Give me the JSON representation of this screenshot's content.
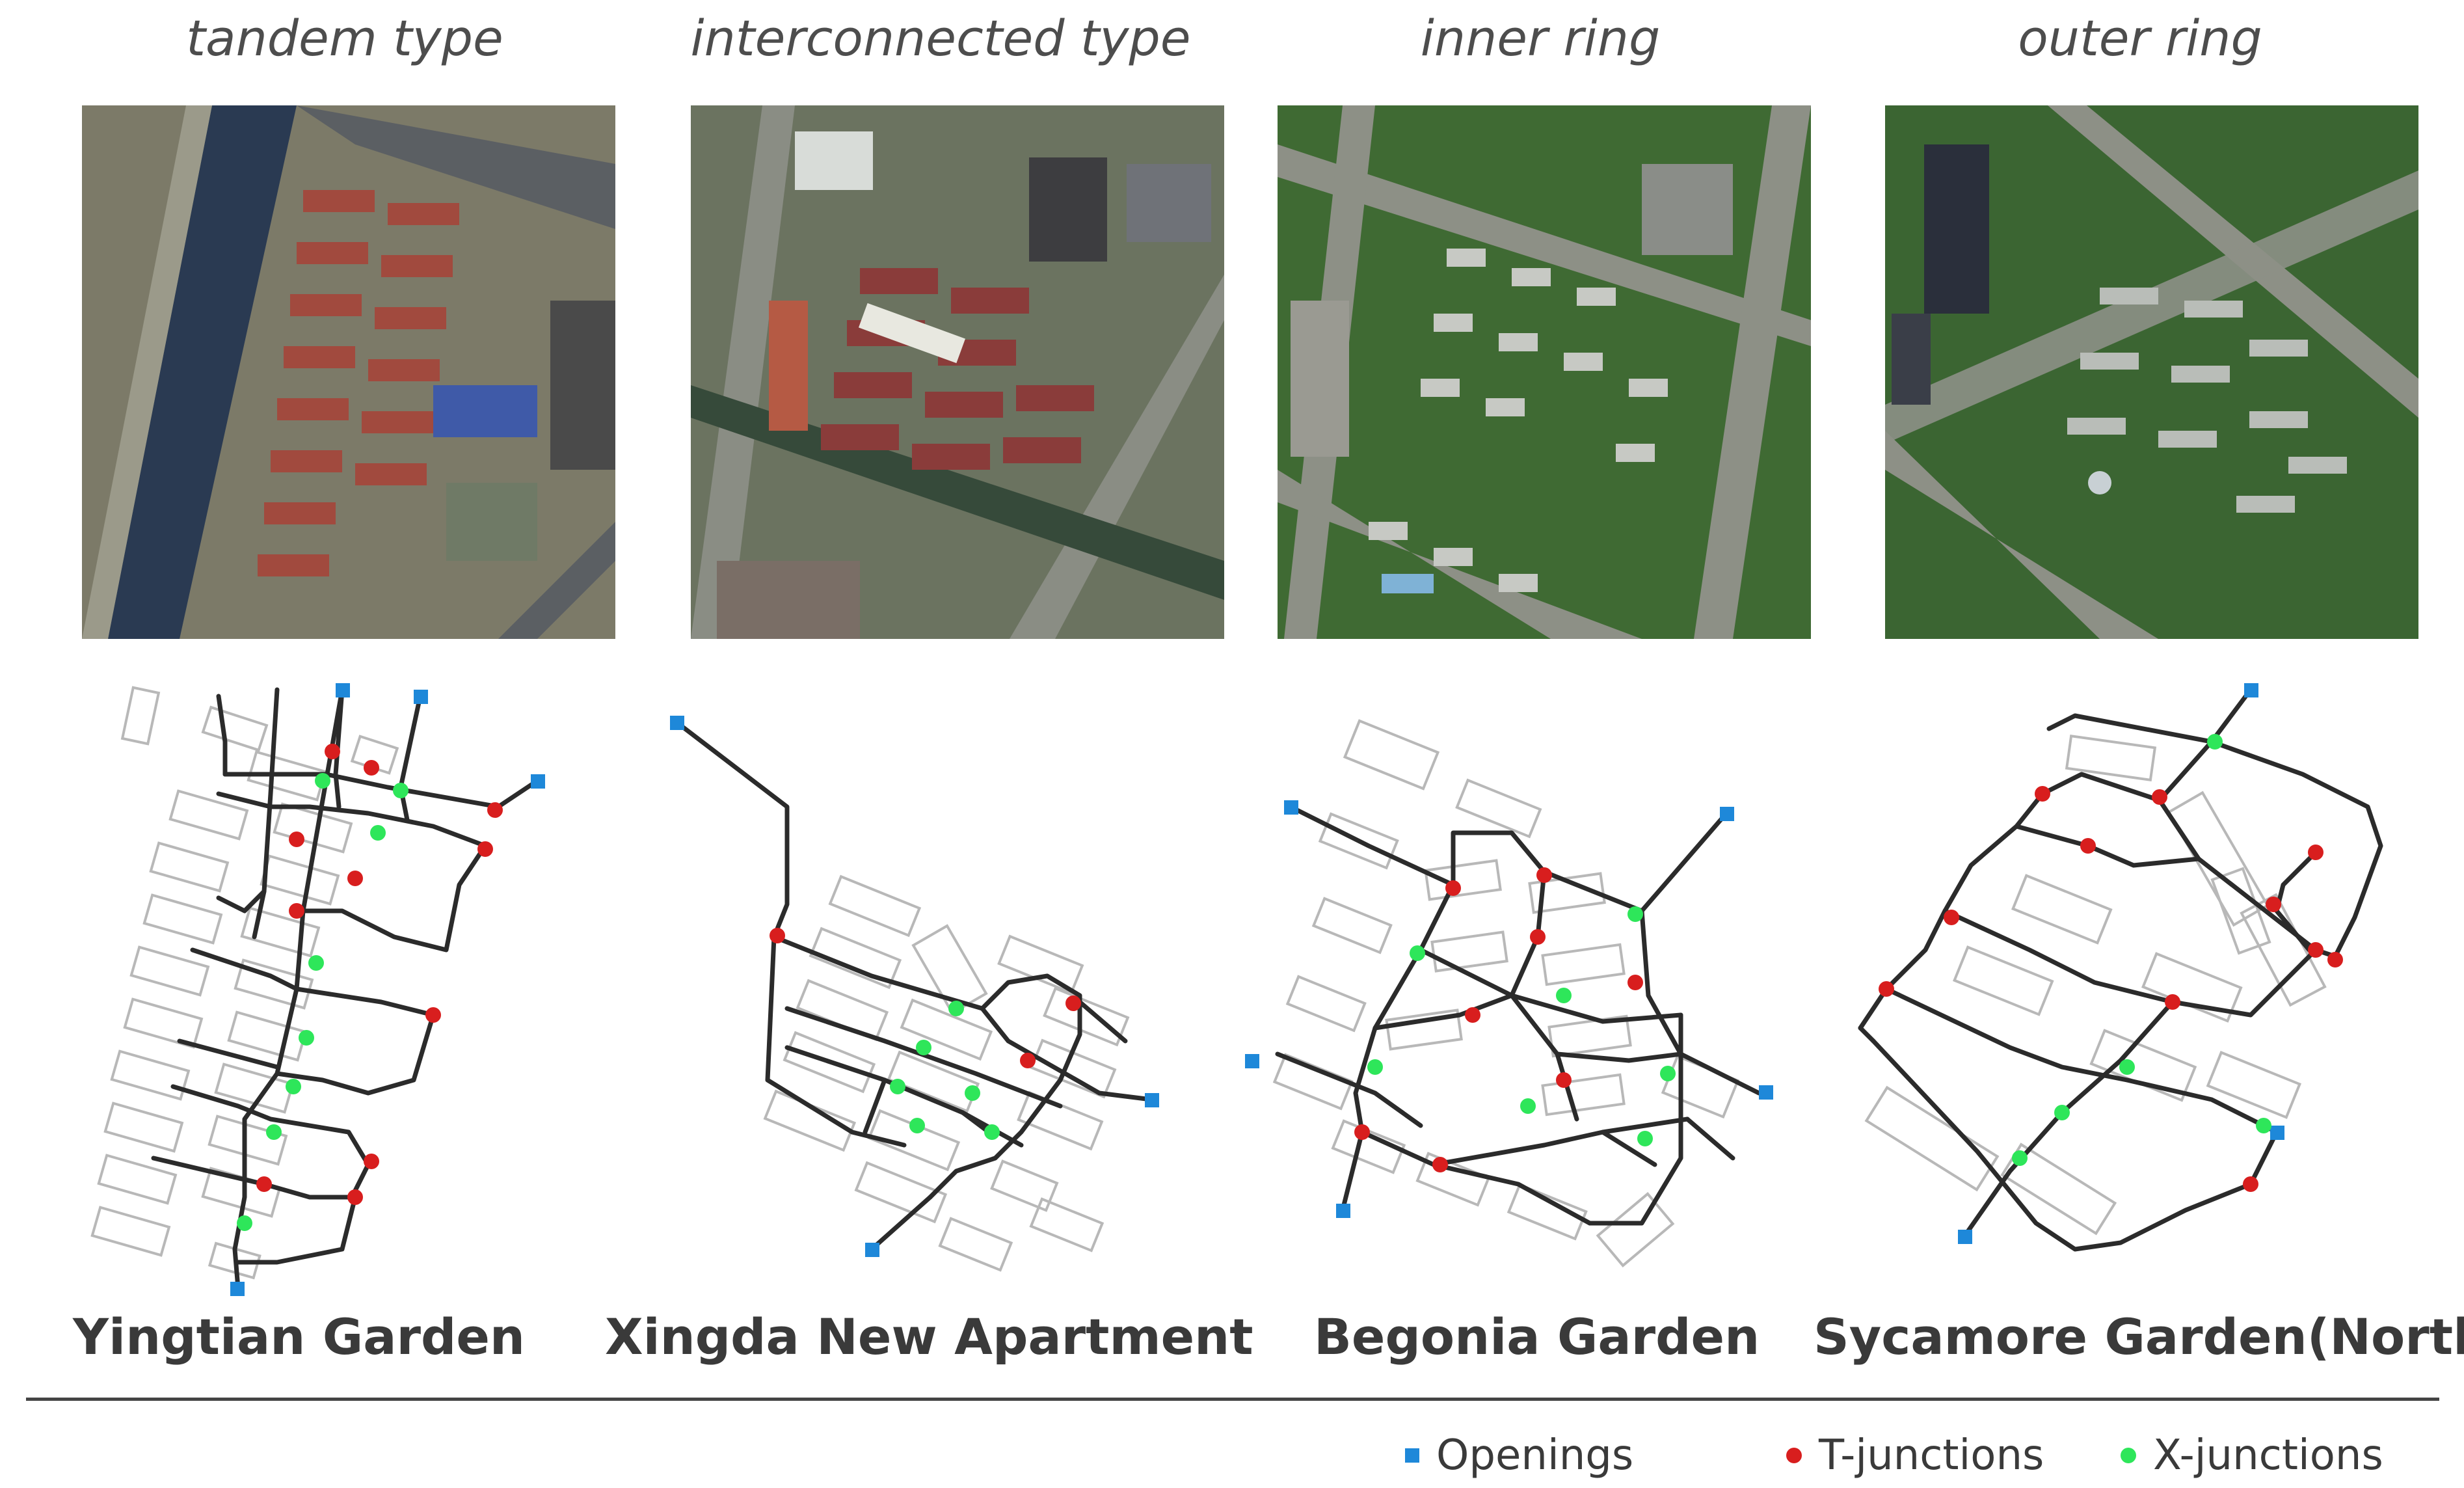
{
  "types": [
    "tandem type",
    "interconnected type",
    "inner ring",
    "outer ring"
  ],
  "names": [
    "Yingtian Garden",
    "Xingda New Apartment",
    "Begonia Garden",
    "Sycamore Garden(North)"
  ],
  "legend": {
    "openings": "Openings",
    "t_junctions": "T-junctions",
    "x_junctions": "X-junctions"
  },
  "colors": {
    "opening": "#1e88d9",
    "t_junction": "#d81e1e",
    "x_junction": "#2ee65a",
    "road": "#2b2b2b",
    "building": "#b8b8b8"
  }
}
